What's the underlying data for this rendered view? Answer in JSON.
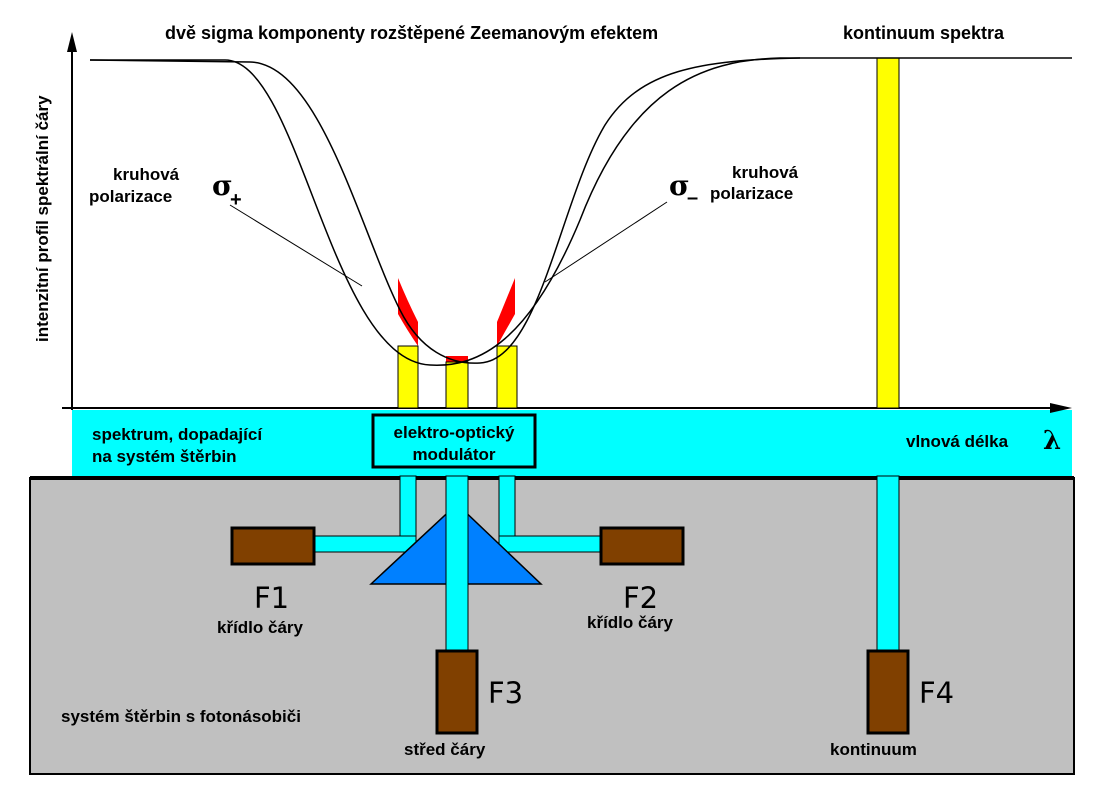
{
  "title": "dvě sigma komponenty rozštěpené Zeemanovým efektem",
  "continuum_title": "kontinuum spektra",
  "y_axis_label": "intenzitní profil spektrální čáry",
  "x_axis_label": "vlnová délka",
  "lambda_symbol": "λ",
  "left_component": {
    "line1": "kruhová",
    "line2": "polarizace",
    "sigma": "σ",
    "sign": "+"
  },
  "right_component": {
    "line1": "kruhová",
    "line2": "polarizace",
    "sigma": "σ",
    "sign": "–"
  },
  "band_label": {
    "line1": "spektrum, dopadající",
    "line2": "na systém štěrbin"
  },
  "modulator": {
    "line1": "elektro-optický",
    "line2": "modulátor"
  },
  "detectors": [
    {
      "id": "F1",
      "caption": "křídlo čáry"
    },
    {
      "id": "F2",
      "caption": "křídlo čáry"
    },
    {
      "id": "F3",
      "caption": "střed čáry"
    },
    {
      "id": "F4",
      "caption": "kontinuum"
    }
  ],
  "box_label": "systém štěrbin s fotonásobiči",
  "colors": {
    "cyan": "#00FFFF",
    "yellow": "#FFFF00",
    "red": "#FF0000",
    "gray": "#C0C0C0",
    "brown": "#804000",
    "prism": "#0080FF"
  }
}
